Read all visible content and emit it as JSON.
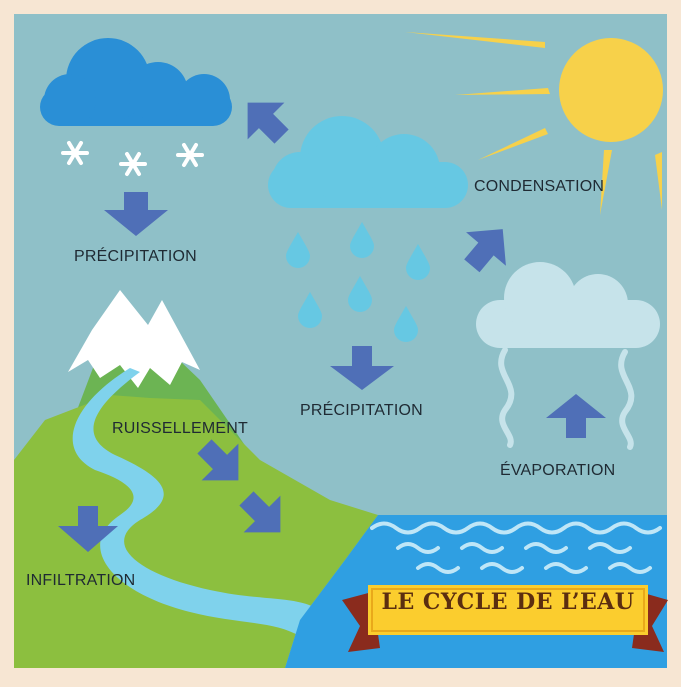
{
  "diagram": {
    "title": "LE CYCLE DE L’EAU",
    "labels": {
      "precipitation_snow": "PRÉCIPITATION",
      "condensation": "CONDENSATION",
      "precipitation_rain": "PRÉCIPITATION",
      "ruissellement": "RUISSELLEMENT",
      "evaporation": "ÉVAPORATION",
      "infiltration": "INFILTRATION"
    }
  },
  "colors": {
    "border": "#f7e6d3",
    "sky": "#8fc0c8",
    "sun": "#f7d14a",
    "snow_cloud": "#2a8fd6",
    "rain_cloud": "#66c8e3",
    "evap_cloud": "#c6e3ea",
    "arrow": "#4f6fb7",
    "mountain_snow": "#ffffff",
    "mountain_dark": "#6cb453",
    "land_green": "#8cbf3f",
    "river": "#7fd2ec",
    "sea": "#2f9fe2",
    "waves": "#bfe6f7",
    "banner": "#fbcd2e",
    "banner_ribbon": "#8a2b1d"
  }
}
